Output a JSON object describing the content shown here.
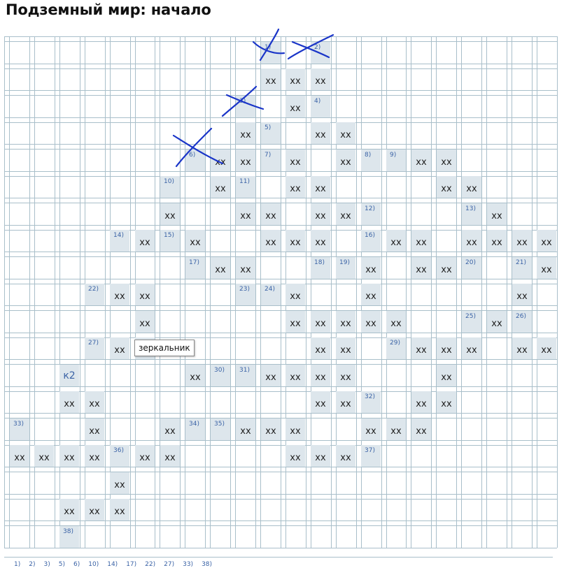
{
  "title": "Подземный мир: начало",
  "tooltip": "зеркальник",
  "grid": {
    "cols": 22,
    "rows": 19,
    "cells": [
      {
        "r": 0,
        "c": 10,
        "t": "1)"
      },
      {
        "r": 0,
        "c": 12,
        "t": "2)"
      },
      {
        "r": 1,
        "c": 10,
        "t": "xx"
      },
      {
        "r": 1,
        "c": 11,
        "t": "xx"
      },
      {
        "r": 1,
        "c": 12,
        "t": "xx"
      },
      {
        "r": 2,
        "c": 9,
        "t": "3)"
      },
      {
        "r": 2,
        "c": 11,
        "t": "xx"
      },
      {
        "r": 2,
        "c": 12,
        "t": "4)"
      },
      {
        "r": 3,
        "c": 9,
        "t": "xx"
      },
      {
        "r": 3,
        "c": 10,
        "t": "5)"
      },
      {
        "r": 3,
        "c": 12,
        "t": "xx"
      },
      {
        "r": 3,
        "c": 13,
        "t": "xx"
      },
      {
        "r": 4,
        "c": 7,
        "t": "6)"
      },
      {
        "r": 4,
        "c": 8,
        "t": "xx"
      },
      {
        "r": 4,
        "c": 9,
        "t": "xx"
      },
      {
        "r": 4,
        "c": 10,
        "t": "7)"
      },
      {
        "r": 4,
        "c": 11,
        "t": "xx"
      },
      {
        "r": 4,
        "c": 13,
        "t": "xx"
      },
      {
        "r": 4,
        "c": 14,
        "t": "8)"
      },
      {
        "r": 4,
        "c": 15,
        "t": "9)"
      },
      {
        "r": 4,
        "c": 16,
        "t": "xx"
      },
      {
        "r": 4,
        "c": 17,
        "t": "xx"
      },
      {
        "r": 5,
        "c": 6,
        "t": "10)"
      },
      {
        "r": 5,
        "c": 8,
        "t": "xx"
      },
      {
        "r": 5,
        "c": 9,
        "t": "11)"
      },
      {
        "r": 5,
        "c": 11,
        "t": "xx"
      },
      {
        "r": 5,
        "c": 12,
        "t": "xx"
      },
      {
        "r": 5,
        "c": 17,
        "t": "xx"
      },
      {
        "r": 5,
        "c": 18,
        "t": "xx"
      },
      {
        "r": 6,
        "c": 6,
        "t": "xx"
      },
      {
        "r": 6,
        "c": 9,
        "t": "xx"
      },
      {
        "r": 6,
        "c": 10,
        "t": "xx"
      },
      {
        "r": 6,
        "c": 12,
        "t": "xx"
      },
      {
        "r": 6,
        "c": 13,
        "t": "xx"
      },
      {
        "r": 6,
        "c": 14,
        "t": "12)"
      },
      {
        "r": 6,
        "c": 18,
        "t": "13)"
      },
      {
        "r": 6,
        "c": 19,
        "t": "xx"
      },
      {
        "r": 7,
        "c": 4,
        "t": "14)"
      },
      {
        "r": 7,
        "c": 5,
        "t": "xx"
      },
      {
        "r": 7,
        "c": 6,
        "t": "15)"
      },
      {
        "r": 7,
        "c": 7,
        "t": "xx"
      },
      {
        "r": 7,
        "c": 10,
        "t": "xx"
      },
      {
        "r": 7,
        "c": 11,
        "t": "xx"
      },
      {
        "r": 7,
        "c": 12,
        "t": "xx"
      },
      {
        "r": 7,
        "c": 14,
        "t": "16)"
      },
      {
        "r": 7,
        "c": 15,
        "t": "xx"
      },
      {
        "r": 7,
        "c": 16,
        "t": "xx"
      },
      {
        "r": 7,
        "c": 18,
        "t": "xx"
      },
      {
        "r": 7,
        "c": 19,
        "t": "xx"
      },
      {
        "r": 7,
        "c": 20,
        "t": "xx"
      },
      {
        "r": 7,
        "c": 21,
        "t": "xx"
      },
      {
        "r": 8,
        "c": 7,
        "t": "17)"
      },
      {
        "r": 8,
        "c": 8,
        "t": "xx"
      },
      {
        "r": 8,
        "c": 9,
        "t": "xx"
      },
      {
        "r": 8,
        "c": 12,
        "t": "18)"
      },
      {
        "r": 8,
        "c": 13,
        "t": "19)"
      },
      {
        "r": 8,
        "c": 14,
        "t": "xx"
      },
      {
        "r": 8,
        "c": 16,
        "t": "xx"
      },
      {
        "r": 8,
        "c": 17,
        "t": "xx"
      },
      {
        "r": 8,
        "c": 18,
        "t": "20)"
      },
      {
        "r": 8,
        "c": 20,
        "t": "21)"
      },
      {
        "r": 8,
        "c": 21,
        "t": "xx"
      },
      {
        "r": 9,
        "c": 3,
        "t": "22)"
      },
      {
        "r": 9,
        "c": 4,
        "t": "xx"
      },
      {
        "r": 9,
        "c": 5,
        "t": "xx"
      },
      {
        "r": 9,
        "c": 9,
        "t": "23)"
      },
      {
        "r": 9,
        "c": 10,
        "t": "24)"
      },
      {
        "r": 9,
        "c": 11,
        "t": "xx"
      },
      {
        "r": 9,
        "c": 14,
        "t": "xx"
      },
      {
        "r": 9,
        "c": 20,
        "t": "xx"
      },
      {
        "r": 10,
        "c": 5,
        "t": "xx"
      },
      {
        "r": 10,
        "c": 11,
        "t": "xx"
      },
      {
        "r": 10,
        "c": 12,
        "t": "xx"
      },
      {
        "r": 10,
        "c": 13,
        "t": "xx"
      },
      {
        "r": 10,
        "c": 14,
        "t": "xx"
      },
      {
        "r": 10,
        "c": 15,
        "t": "xx"
      },
      {
        "r": 10,
        "c": 18,
        "t": "25)"
      },
      {
        "r": 10,
        "c": 19,
        "t": "xx"
      },
      {
        "r": 10,
        "c": 20,
        "t": "26)"
      },
      {
        "r": 11,
        "c": 3,
        "t": "27)"
      },
      {
        "r": 11,
        "c": 4,
        "t": "xx"
      },
      {
        "r": 11,
        "c": 5,
        "t": "28)"
      },
      {
        "r": 11,
        "c": 12,
        "t": "xx"
      },
      {
        "r": 11,
        "c": 13,
        "t": "xx"
      },
      {
        "r": 11,
        "c": 15,
        "t": "29)"
      },
      {
        "r": 11,
        "c": 16,
        "t": "xx"
      },
      {
        "r": 11,
        "c": 17,
        "t": "xx"
      },
      {
        "r": 11,
        "c": 18,
        "t": "xx"
      },
      {
        "r": 11,
        "c": 20,
        "t": "xx"
      },
      {
        "r": 11,
        "c": 21,
        "t": "xx"
      },
      {
        "r": 12,
        "c": 2,
        "t": "к2"
      },
      {
        "r": 12,
        "c": 7,
        "t": "xx"
      },
      {
        "r": 12,
        "c": 8,
        "t": "30)"
      },
      {
        "r": 12,
        "c": 9,
        "t": "31)"
      },
      {
        "r": 12,
        "c": 10,
        "t": "xx"
      },
      {
        "r": 12,
        "c": 11,
        "t": "xx"
      },
      {
        "r": 12,
        "c": 12,
        "t": "xx"
      },
      {
        "r": 12,
        "c": 13,
        "t": "xx"
      },
      {
        "r": 12,
        "c": 17,
        "t": "xx"
      },
      {
        "r": 13,
        "c": 2,
        "t": "xx"
      },
      {
        "r": 13,
        "c": 3,
        "t": "xx"
      },
      {
        "r": 13,
        "c": 12,
        "t": "xx"
      },
      {
        "r": 13,
        "c": 13,
        "t": "xx"
      },
      {
        "r": 13,
        "c": 14,
        "t": "32)"
      },
      {
        "r": 13,
        "c": 16,
        "t": "xx"
      },
      {
        "r": 13,
        "c": 17,
        "t": "xx"
      },
      {
        "r": 14,
        "c": 0,
        "t": "33)"
      },
      {
        "r": 14,
        "c": 3,
        "t": "xx"
      },
      {
        "r": 14,
        "c": 6,
        "t": "xx"
      },
      {
        "r": 14,
        "c": 7,
        "t": "34)"
      },
      {
        "r": 14,
        "c": 8,
        "t": "35)"
      },
      {
        "r": 14,
        "c": 9,
        "t": "xx"
      },
      {
        "r": 14,
        "c": 10,
        "t": "xx"
      },
      {
        "r": 14,
        "c": 11,
        "t": "xx"
      },
      {
        "r": 14,
        "c": 14,
        "t": "xx"
      },
      {
        "r": 14,
        "c": 15,
        "t": "xx"
      },
      {
        "r": 14,
        "c": 16,
        "t": "xx"
      },
      {
        "r": 15,
        "c": 0,
        "t": "xx"
      },
      {
        "r": 15,
        "c": 1,
        "t": "xx"
      },
      {
        "r": 15,
        "c": 2,
        "t": "xx"
      },
      {
        "r": 15,
        "c": 3,
        "t": "xx"
      },
      {
        "r": 15,
        "c": 4,
        "t": "36)"
      },
      {
        "r": 15,
        "c": 5,
        "t": "xx"
      },
      {
        "r": 15,
        "c": 6,
        "t": "xx"
      },
      {
        "r": 15,
        "c": 11,
        "t": "xx"
      },
      {
        "r": 15,
        "c": 12,
        "t": "xx"
      },
      {
        "r": 15,
        "c": 13,
        "t": "xx"
      },
      {
        "r": 15,
        "c": 14,
        "t": "37)"
      },
      {
        "r": 16,
        "c": 4,
        "t": "xx"
      },
      {
        "r": 17,
        "c": 2,
        "t": "xx"
      },
      {
        "r": 17,
        "c": 3,
        "t": "xx"
      },
      {
        "r": 17,
        "c": 4,
        "t": "xx"
      },
      {
        "r": 18,
        "c": 2,
        "t": "38)"
      }
    ]
  },
  "clue_list": [
    "1)",
    "2)",
    "3)",
    "5)",
    "6)",
    "10)",
    "14)",
    "17)",
    "22)",
    "27)",
    "33)",
    "38)"
  ],
  "mark_color": "#1a35c8"
}
